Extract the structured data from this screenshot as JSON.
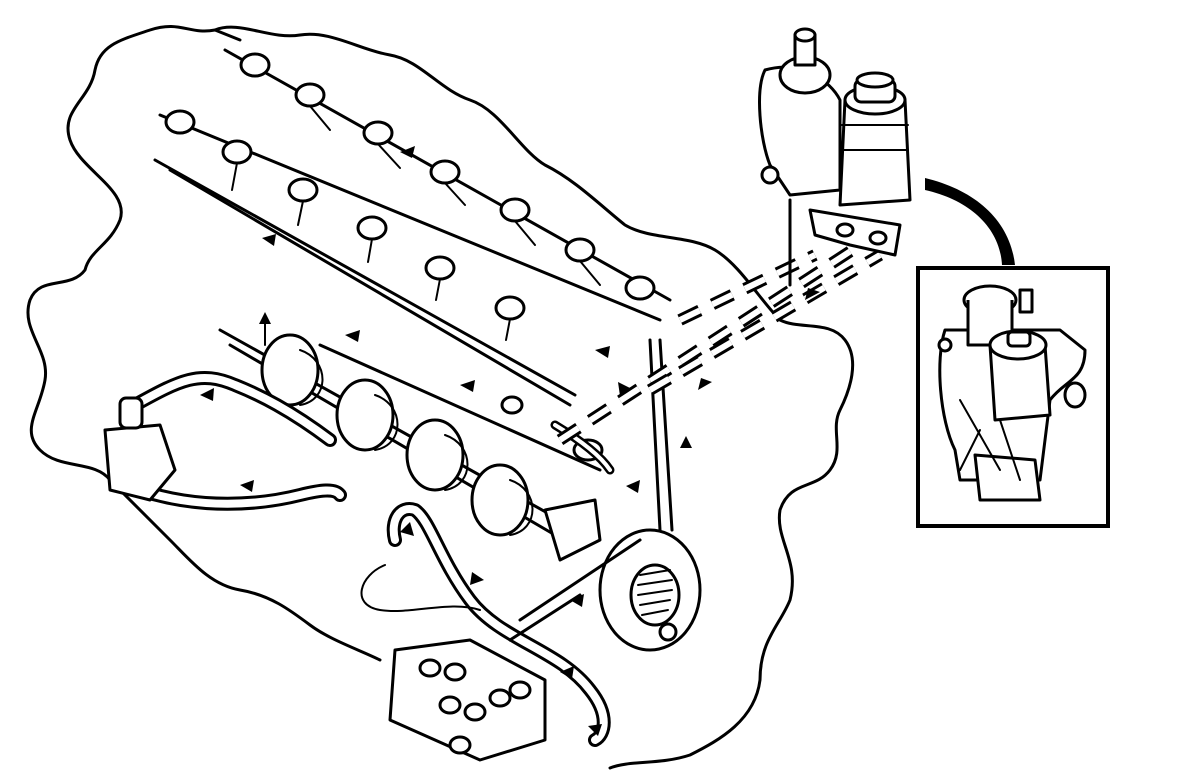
{
  "diagram": {
    "kind": "engine-fluid-routing-illustration",
    "inset_panel": "oil-filter-housing-detail",
    "colors": {
      "line": "#000000",
      "background": "#ffffff"
    },
    "parts": [
      "engine-block-outline",
      "cylinder-head-cam-bearings",
      "intake-runners",
      "front-pulley",
      "expansion-reservoir",
      "oil-filter-canister",
      "lower-distribution-block",
      "left-thermostat-housing"
    ]
  }
}
